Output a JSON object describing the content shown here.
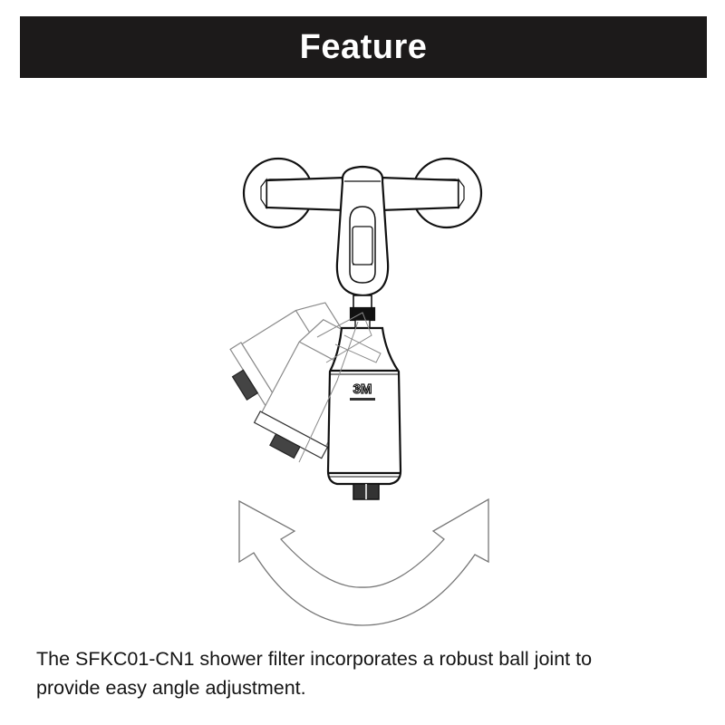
{
  "header": {
    "title": "Feature"
  },
  "illustration": {
    "subject": "shower filter mounted on wall faucet with ball joint, shown at multiple angles",
    "logo_text": "3M",
    "rotation_arrow": "double-headed curved arrow"
  },
  "caption": {
    "line1": "The SFKC01-CN1 shower filter incorporates a robust ball joint to",
    "line2": "provide easy angle adjustment."
  },
  "colors": {
    "banner_bg": "#1c1a1a",
    "banner_text": "#ffffff",
    "caption_text": "#141414",
    "line_dark": "#111111",
    "line_light": "#8a8a8a"
  }
}
